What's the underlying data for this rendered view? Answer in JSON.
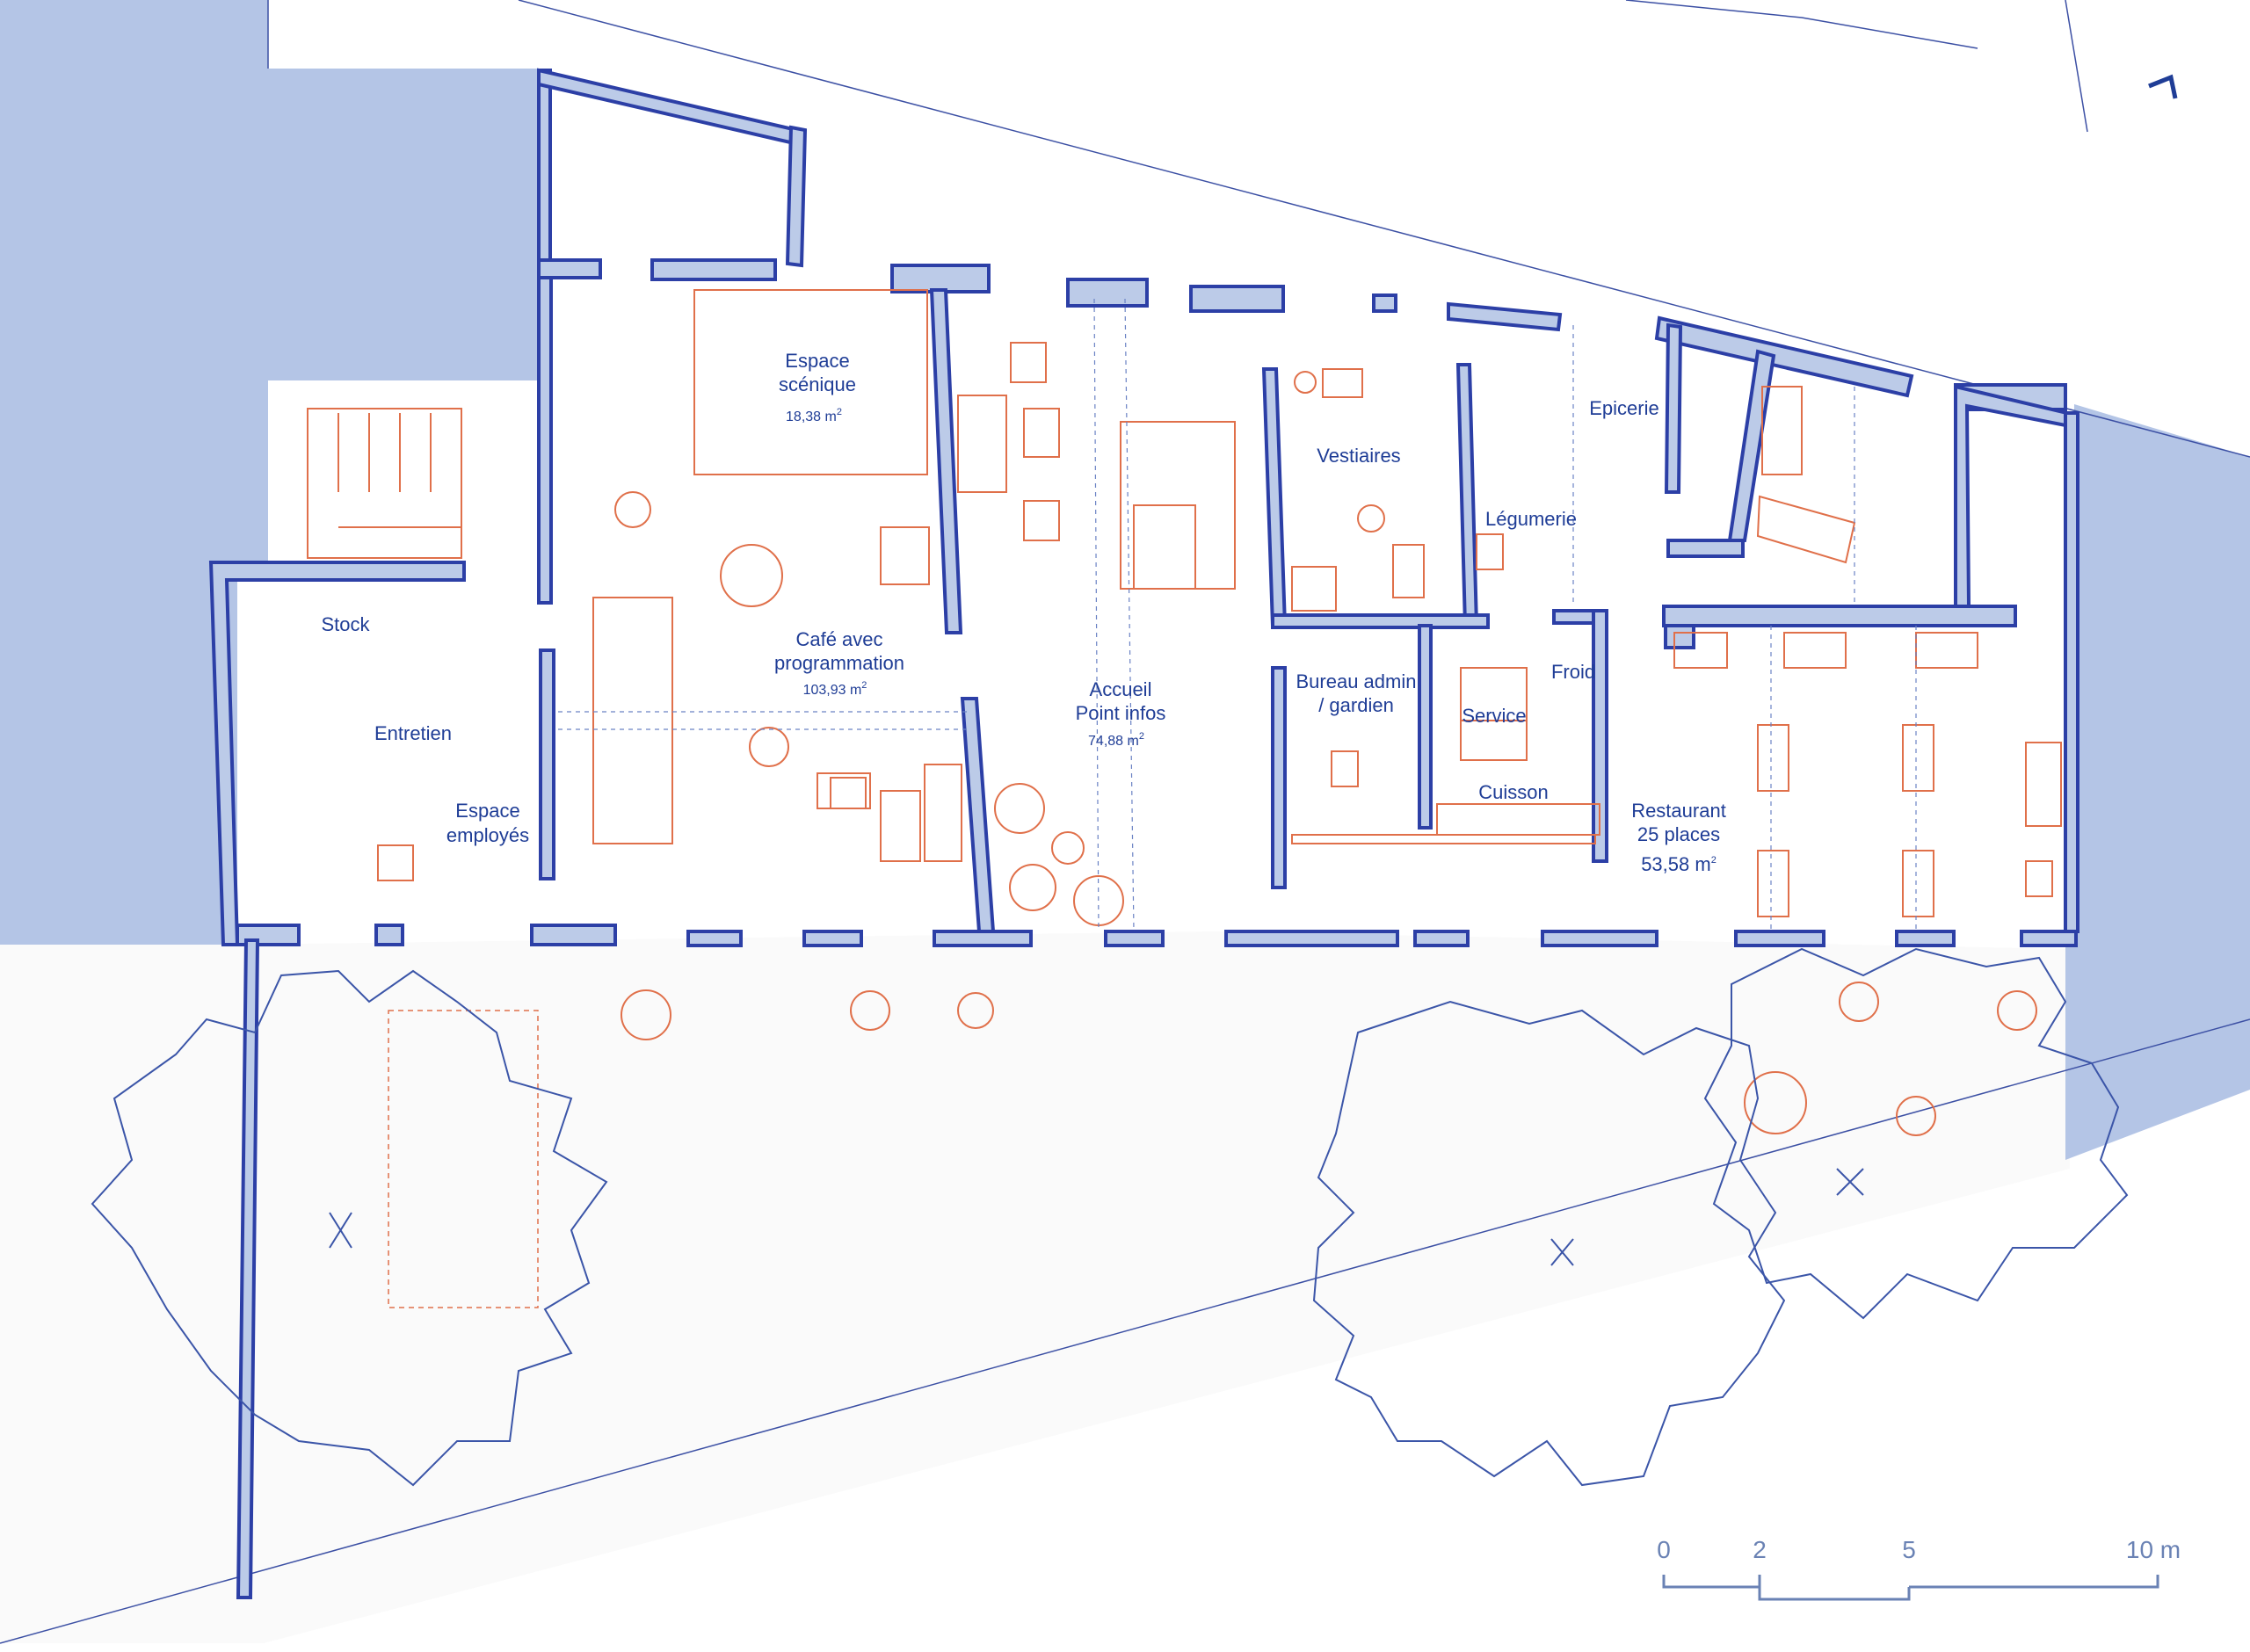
{
  "rooms": {
    "stock": "Stock",
    "entretien": "Entretien",
    "espace_employes": [
      "Espace",
      "employés"
    ],
    "espace_scenique": [
      "Espace",
      "scénique"
    ],
    "espace_scenique_area": "18,38 m",
    "cafe": [
      "Café avec",
      "programmation"
    ],
    "cafe_area": "103,93 m",
    "accueil": [
      "Accueil",
      "Point infos"
    ],
    "accueil_area": "74,88 m",
    "vestiaires": "Vestiaires",
    "legumerie": "Légumerie",
    "epicerie": "Epicerie",
    "bureau": [
      "Bureau admin",
      "/ gardien"
    ],
    "froid": "Froid",
    "service": "Service",
    "cuisson": "Cuisson",
    "restaurant": [
      "Restaurant",
      "25 places"
    ],
    "restaurant_area": "53,58 m",
    "area_exponent": "2"
  },
  "scale_bar": {
    "ticks": [
      "0",
      "2",
      "5",
      "10 m"
    ]
  },
  "colors": {
    "walls": "#2c3fa6",
    "wall_fill": "#bccbe8",
    "neighbors": "#b4c5e6",
    "furniture": "#e0704a",
    "labels": "#1f3d96"
  }
}
